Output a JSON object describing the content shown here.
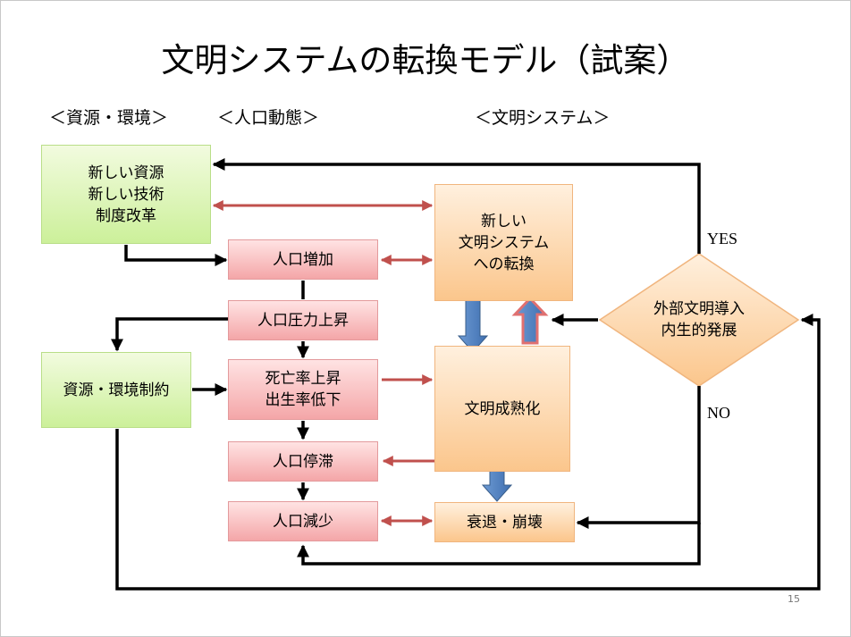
{
  "title": "文明システムの転換モデル（試案）",
  "column_headers": {
    "resources": "＜資源・環境＞",
    "population": "＜人口動態＞",
    "civilization": "＜文明システム＞"
  },
  "nodes": {
    "new_resources": "新しい資源\n新しい技術\n制度改革",
    "resource_constraint": "資源・環境制約",
    "pop_increase": "人口増加",
    "pop_pressure": "人口圧力上昇",
    "death_birth": "死亡率上昇\n出生率低下",
    "pop_stagnation": "人口停滞",
    "pop_decrease": "人口減少",
    "new_civ": "新しい\n文明システム\nへの転換",
    "civ_maturity": "文明成熟化",
    "decline": "衰退・崩壊",
    "decision": "外部文明導入\n内生的発展"
  },
  "branch_labels": {
    "yes": "YES",
    "no": "NO"
  },
  "page_number": "15",
  "colors": {
    "green_fill": "#d6f3ab",
    "pink_fill": "#f7b8ba",
    "orange_fill": "#fcd0a0",
    "black_arrow": "#000000",
    "red_arrow": "#c0504d",
    "blue_arrow": "#4f81bd"
  }
}
